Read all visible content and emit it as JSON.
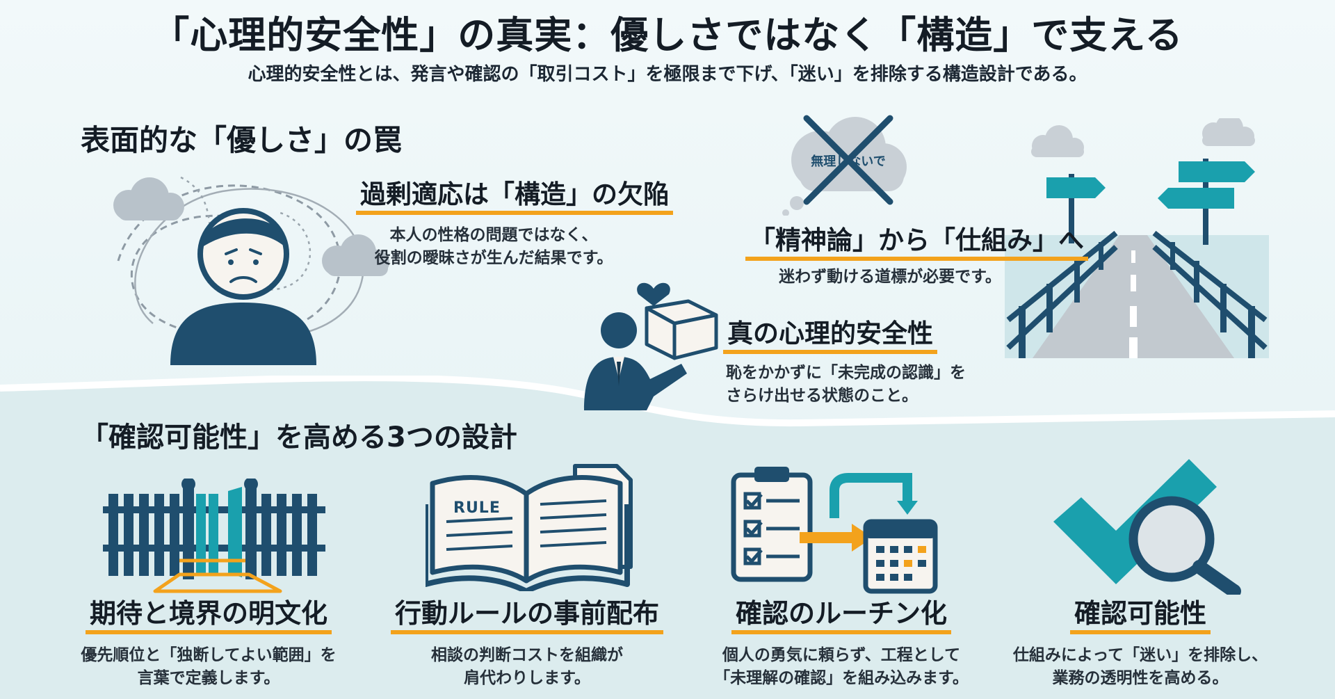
{
  "header": {
    "title": "「心理的安全性」の真実：優しさではなく「構造」で支える",
    "subtitle": "心理的安全性とは、発言や確認の「取引コスト」を極限まで下げ、「迷い」を排除する構造設計である。"
  },
  "trap_section": {
    "heading": "表面的な「優しさ」の罠",
    "overadapt": {
      "title": "過剰適応は「構造」の欠陥",
      "lines": [
        "本人の性格の問題ではなく、",
        "役割の曖昧さが生んだ結果です。"
      ]
    },
    "bubble_text": "無理しないで",
    "spirit": {
      "title": "「精神論」から「仕組み」へ",
      "lines": [
        "迷わず動ける道標が必要です。"
      ]
    },
    "true_safety": {
      "title": "真の心理的安全性",
      "lines": [
        "恥をかかずに「未完成の認識」を",
        "さらけ出せる状態のこと。"
      ]
    }
  },
  "design_section": {
    "heading": "「確認可能性」を高める3つの設計",
    "book_label": "RULE",
    "columns": [
      {
        "title": "期待と境界の明文化",
        "lines": [
          "優先順位と「独断してよい範囲」を",
          "言葉で定義します。"
        ]
      },
      {
        "title": "行動ルールの事前配布",
        "lines": [
          "相談の判断コストを組織が",
          "肩代わりします。"
        ]
      },
      {
        "title": "確認のルーチン化",
        "lines": [
          "個人の勇気に頼らず、工程として",
          "「未理解の確認」を組み込みます。"
        ]
      },
      {
        "title": "確認可能性",
        "lines": [
          "仕組みによって「迷い」を排除し、",
          "業務の透明性を高める。"
        ]
      }
    ]
  },
  "colors": {
    "navy": "#1f4e6e",
    "teal": "#1aa0ad",
    "orange": "#f3a21c",
    "gray": "#c9d0d6"
  }
}
